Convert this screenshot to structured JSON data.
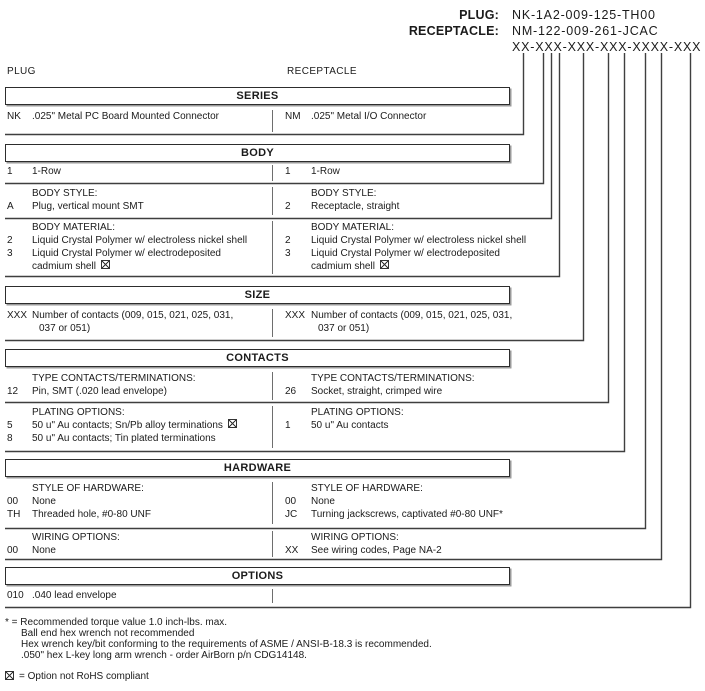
{
  "pn": {
    "plug_label": "PLUG:",
    "plug_value": "NK-1A2-009-125-TH00",
    "receptacle_label": "RECEPTACLE:",
    "receptacle_value": "NM-122-009-261-JCAC",
    "pattern": "XX-XXX-XXX-XXX-XXXX-XXX"
  },
  "cols": {
    "plug": "PLUG",
    "receptacle": "RECEPTACLE"
  },
  "series": {
    "title": "SERIES",
    "p_code": "NK",
    "p_text": ".025\" Metal PC Board Mounted Connector",
    "r_code": "NM",
    "r_text": ".025\" Metal I/O Connector"
  },
  "body": {
    "title": "BODY",
    "row": {
      "p_code": "1",
      "p_text": "1-Row",
      "r_code": "1",
      "r_text": "1-Row"
    },
    "style": {
      "label": "BODY STYLE:",
      "p_code": "A",
      "p_text": "Plug, vertical mount SMT",
      "r_code": "2",
      "r_text": "Receptacle, straight"
    },
    "material": {
      "label": "BODY MATERIAL:",
      "p1_code": "2",
      "p1_text": "Liquid Crystal Polymer w/ electroless nickel shell",
      "p2_code": "3",
      "p2_text": "Liquid Crystal Polymer w/ electrodeposited",
      "p2_text2": "cadmium shell",
      "r1_code": "2",
      "r1_text": "Liquid Crystal Polymer w/ electroless nickel shell",
      "r2_code": "3",
      "r2_text": "Liquid Crystal Polymer w/ electrodeposited",
      "r2_text2": "cadmium shell"
    }
  },
  "size": {
    "title": "SIZE",
    "p_code": "XXX",
    "p_text": "Number of contacts (009, 015, 021, 025, 031,",
    "p_text2": "037 or 051)",
    "r_code": "XXX",
    "r_text": "Number of contacts (009, 015, 021, 025, 031,",
    "r_text2": "037 or 051)"
  },
  "contacts": {
    "title": "CONTACTS",
    "type": {
      "label": "TYPE CONTACTS/TERMINATIONS:",
      "p_code": "12",
      "p_text": "Pin, SMT (.020 lead envelope)",
      "r_code": "26",
      "r_text": "Socket, straight, crimped wire"
    },
    "plating": {
      "label": "PLATING OPTIONS:",
      "p1_code": "5",
      "p1_text": "50 u\" Au contacts; Sn/Pb alloy terminations",
      "p2_code": "8",
      "p2_text": "50 u\" Au contacts; Tin plated terminations",
      "r1_code": "1",
      "r1_text": "50 u\" Au contacts"
    }
  },
  "hardware": {
    "title": "HARDWARE",
    "style": {
      "label": "STYLE OF HARDWARE:",
      "p1_code": "00",
      "p1_text": "None",
      "p2_code": "TH",
      "p2_text": "Threaded hole, #0-80 UNF",
      "r1_code": "00",
      "r1_text": "None",
      "r2_code": "JC",
      "r2_text": "Turning jackscrews, captivated #0-80 UNF*"
    },
    "wiring": {
      "label": "WIRING OPTIONS:",
      "p_code": "00",
      "p_text": "None",
      "r_code": "XX",
      "r_text": "See wiring codes, Page NA-2"
    }
  },
  "options": {
    "title": "OPTIONS",
    "p_code": "010",
    "p_text": ".040 lead envelope"
  },
  "notes": {
    "torque": "* = Recommended torque value 1.0 inch-lbs. max.",
    "line2": "Ball end hex wrench not recommended",
    "line3": "Hex wrench key/bit conforming to the requirements of ASME / ANSI-B-18.3 is recommended.",
    "line4": ".050\" hex L-key long arm wrench - order AirBorn p/n CDG14148.",
    "rohs": "= Option not RoHS compliant"
  }
}
